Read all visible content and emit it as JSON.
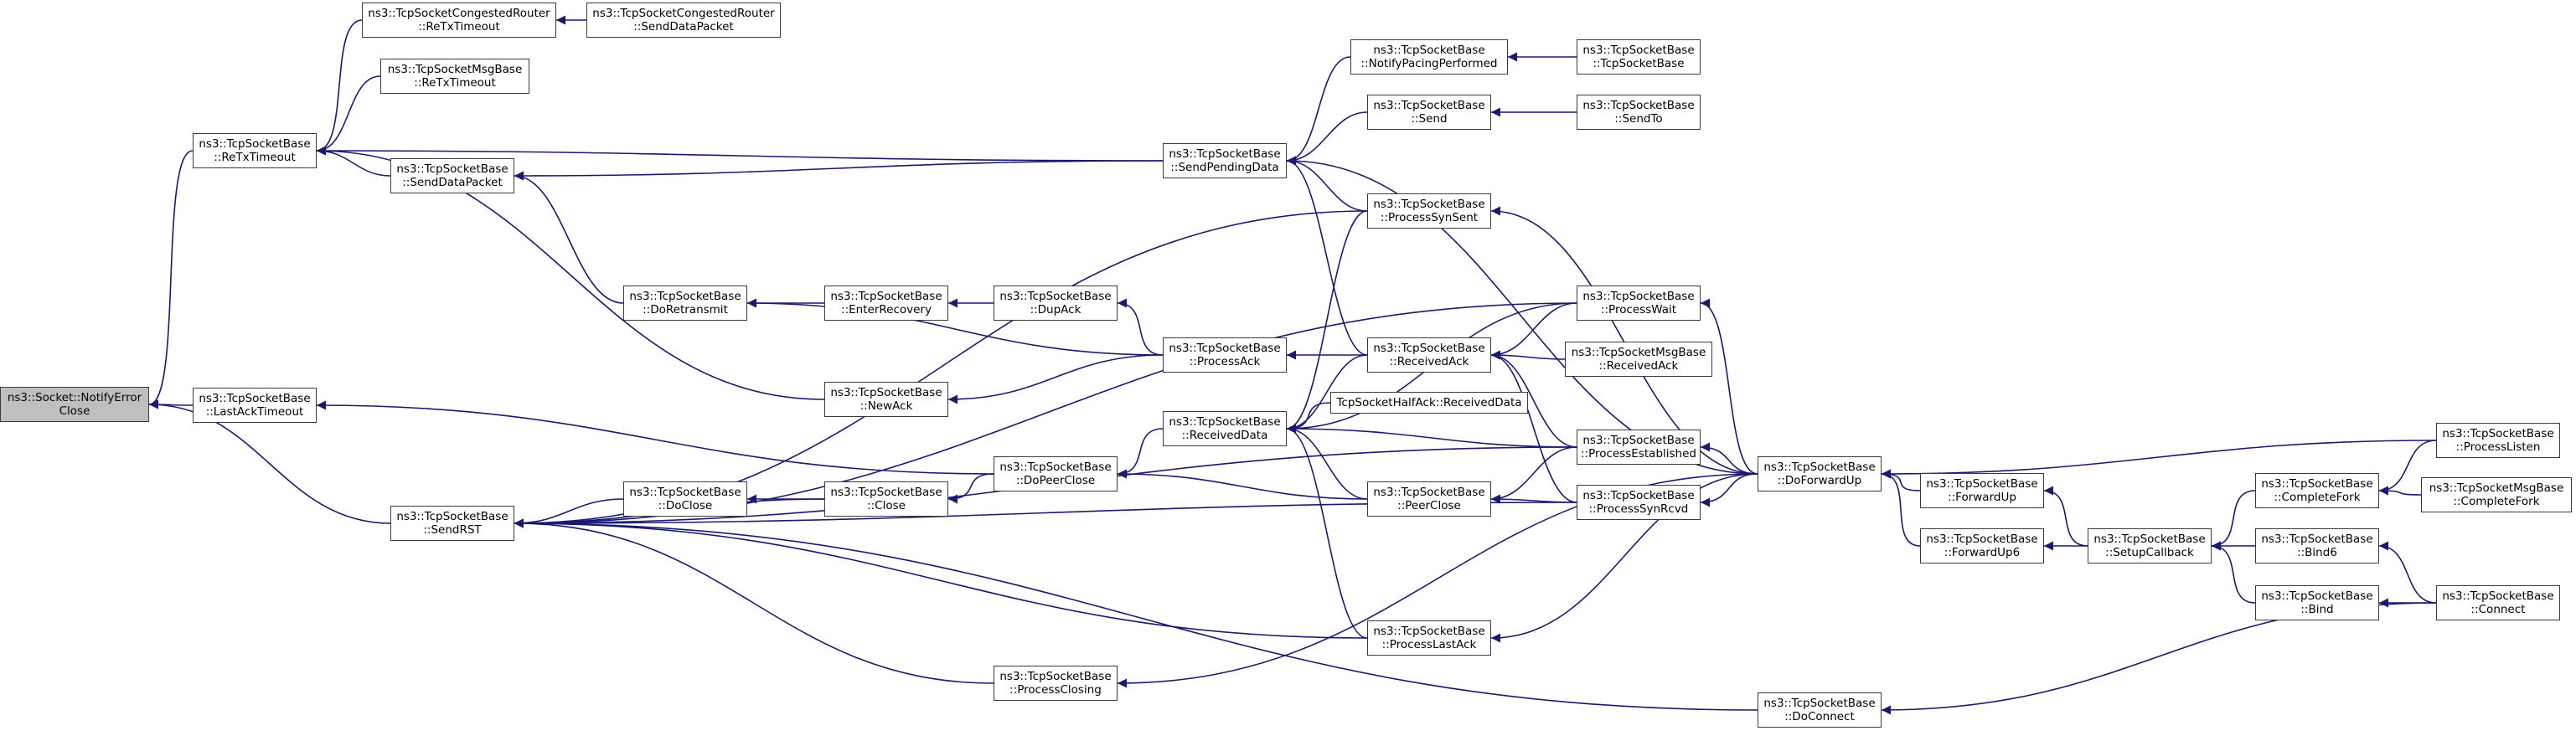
{
  "colors": {
    "edge": "#191970",
    "node_border": "#3a3a3a",
    "root_fill": "#bfbfbf",
    "node_fill": "#ffffff"
  },
  "nodes": {
    "nefc": {
      "lines": [
        "ns3::Socket::NotifyError",
        "Close"
      ],
      "root": true
    },
    "retx": {
      "lines": [
        "ns3::TcpSocketBase",
        "::ReTxTimeout"
      ]
    },
    "lat": {
      "lines": [
        "ns3::TcpSocketBase",
        "::LastAckTimeout"
      ]
    },
    "srst": {
      "lines": [
        "ns3::TcpSocketBase",
        "::SendRST"
      ]
    },
    "cgretx": {
      "lines": [
        "ns3::TcpSocketCongestedRouter",
        "::ReTxTimeout"
      ]
    },
    "cgsdp": {
      "lines": [
        "ns3::TcpSocketCongestedRouter",
        "::SendDataPacket"
      ]
    },
    "msgretx": {
      "lines": [
        "ns3::TcpSocketMsgBase",
        "::ReTxTimeout"
      ]
    },
    "sdp": {
      "lines": [
        "ns3::TcpSocketBase",
        "::SendDataPacket"
      ]
    },
    "dret": {
      "lines": [
        "ns3::TcpSocketBase",
        "::DoRetransmit"
      ]
    },
    "er": {
      "lines": [
        "ns3::TcpSocketBase",
        "::EnterRecovery"
      ]
    },
    "da": {
      "lines": [
        "ns3::TcpSocketBase",
        "::DupAck"
      ]
    },
    "na": {
      "lines": [
        "ns3::TcpSocketBase",
        "::NewAck"
      ]
    },
    "dcl": {
      "lines": [
        "ns3::TcpSocketBase",
        "::DoClose"
      ]
    },
    "cl": {
      "lines": [
        "ns3::TcpSocketBase",
        "::Close"
      ]
    },
    "dpc": {
      "lines": [
        "ns3::TcpSocketBase",
        "::DoPeerClose"
      ]
    },
    "pcl": {
      "lines": [
        "ns3::TcpSocketBase",
        "::ProcessClosing"
      ]
    },
    "spd": {
      "lines": [
        "ns3::TcpSocketBase",
        "::SendPendingData"
      ]
    },
    "pa": {
      "lines": [
        "ns3::TcpSocketBase",
        "::ProcessAck"
      ]
    },
    "rd": {
      "lines": [
        "ns3::TcpSocketBase",
        "::ReceivedData"
      ]
    },
    "npp": {
      "lines": [
        "ns3::TcpSocketBase",
        "::NotifyPacingPerformed"
      ]
    },
    "snd": {
      "lines": [
        "ns3::TcpSocketBase",
        "::Send"
      ]
    },
    "pss": {
      "lines": [
        "ns3::TcpSocketBase",
        "::ProcessSynSent"
      ]
    },
    "ra": {
      "lines": [
        "ns3::TcpSocketBase",
        "::ReceivedAck"
      ]
    },
    "hrd": {
      "lines": [
        "TcpSocketHalfAck::ReceivedData"
      ]
    },
    "pc": {
      "lines": [
        "ns3::TcpSocketBase",
        "::PeerClose"
      ]
    },
    "pla": {
      "lines": [
        "ns3::TcpSocketBase",
        "::ProcessLastAck"
      ]
    },
    "tsb": {
      "lines": [
        "ns3::TcpSocketBase",
        "::TcpSocketBase"
      ]
    },
    "sto": {
      "lines": [
        "ns3::TcpSocketBase",
        "::SendTo"
      ]
    },
    "pw": {
      "lines": [
        "ns3::TcpSocketBase",
        "::ProcessWait"
      ]
    },
    "msgra": {
      "lines": [
        "ns3::TcpSocketMsgBase",
        "::ReceivedAck"
      ]
    },
    "pe": {
      "lines": [
        "ns3::TcpSocketBase",
        "::ProcessEstablished"
      ]
    },
    "psr": {
      "lines": [
        "ns3::TcpSocketBase",
        "::ProcessSynRcvd"
      ]
    },
    "dcon": {
      "lines": [
        "ns3::TcpSocketBase",
        "::DoConnect"
      ]
    },
    "dfu": {
      "lines": [
        "ns3::TcpSocketBase",
        "::DoForwardUp"
      ]
    },
    "fu": {
      "lines": [
        "ns3::TcpSocketBase",
        "::ForwardUp"
      ]
    },
    "fu6": {
      "lines": [
        "ns3::TcpSocketBase",
        "::ForwardUp6"
      ]
    },
    "scb": {
      "lines": [
        "ns3::TcpSocketBase",
        "::SetupCallback"
      ]
    },
    "cf": {
      "lines": [
        "ns3::TcpSocketBase",
        "::CompleteFork"
      ]
    },
    "b6": {
      "lines": [
        "ns3::TcpSocketBase",
        "::Bind6"
      ]
    },
    "bd": {
      "lines": [
        "ns3::TcpSocketBase",
        "::Bind"
      ]
    },
    "pl": {
      "lines": [
        "ns3::TcpSocketBase",
        "::ProcessListen"
      ]
    },
    "msgcf": {
      "lines": [
        "ns3::TcpSocketMsgBase",
        "::CompleteFork"
      ]
    },
    "con": {
      "lines": [
        "ns3::TcpSocketBase",
        "::Connect"
      ]
    }
  },
  "edges": [
    [
      "retx",
      "nefc"
    ],
    [
      "lat",
      "nefc"
    ],
    [
      "srst",
      "nefc"
    ],
    [
      "cgretx",
      "retx"
    ],
    [
      "msgretx",
      "retx"
    ],
    [
      "sdp",
      "retx"
    ],
    [
      "na",
      "retx"
    ],
    [
      "spd",
      "retx"
    ],
    [
      "cgsdp",
      "cgretx"
    ],
    [
      "dpc",
      "lat"
    ],
    [
      "dcl",
      "srst"
    ],
    [
      "cl",
      "srst"
    ],
    [
      "pcl",
      "srst"
    ],
    [
      "pss",
      "srst"
    ],
    [
      "pw",
      "srst"
    ],
    [
      "pe",
      "srst"
    ],
    [
      "psr",
      "srst"
    ],
    [
      "pla",
      "srst"
    ],
    [
      "dcon",
      "srst"
    ],
    [
      "dret",
      "sdp"
    ],
    [
      "spd",
      "sdp"
    ],
    [
      "er",
      "dret"
    ],
    [
      "pa",
      "dret"
    ],
    [
      "da",
      "er"
    ],
    [
      "pa",
      "da"
    ],
    [
      "pa",
      "na"
    ],
    [
      "cl",
      "dcl"
    ],
    [
      "dpc",
      "cl"
    ],
    [
      "rd",
      "dpc"
    ],
    [
      "pc",
      "dpc"
    ],
    [
      "dfu",
      "pcl"
    ],
    [
      "npp",
      "spd"
    ],
    [
      "snd",
      "spd"
    ],
    [
      "pss",
      "spd"
    ],
    [
      "ra",
      "spd"
    ],
    [
      "dfu",
      "spd"
    ],
    [
      "ra",
      "pa"
    ],
    [
      "pss",
      "rd"
    ],
    [
      "ra",
      "rd"
    ],
    [
      "pw",
      "rd"
    ],
    [
      "hrd",
      "rd"
    ],
    [
      "pe",
      "rd"
    ],
    [
      "pc",
      "rd"
    ],
    [
      "pla",
      "rd"
    ],
    [
      "tsb",
      "npp"
    ],
    [
      "sto",
      "snd"
    ],
    [
      "dfu",
      "pss"
    ],
    [
      "pw",
      "ra"
    ],
    [
      "msgra",
      "ra"
    ],
    [
      "pe",
      "ra"
    ],
    [
      "psr",
      "ra"
    ],
    [
      "pe",
      "pc"
    ],
    [
      "psr",
      "pc"
    ],
    [
      "dfu",
      "pla"
    ],
    [
      "dfu",
      "pw"
    ],
    [
      "dfu",
      "pe"
    ],
    [
      "dfu",
      "psr"
    ],
    [
      "con",
      "dcon"
    ],
    [
      "fu",
      "dfu"
    ],
    [
      "fu6",
      "dfu"
    ],
    [
      "pl",
      "dfu"
    ],
    [
      "scb",
      "fu"
    ],
    [
      "scb",
      "fu6"
    ],
    [
      "cf",
      "scb"
    ],
    [
      "b6",
      "scb"
    ],
    [
      "bd",
      "scb"
    ],
    [
      "pl",
      "cf"
    ],
    [
      "msgcf",
      "cf"
    ],
    [
      "con",
      "b6"
    ],
    [
      "con",
      "bd"
    ]
  ]
}
